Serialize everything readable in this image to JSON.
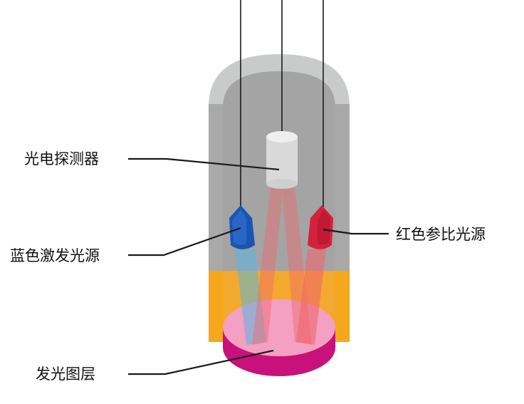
{
  "labels": {
    "photodetector": "光电探测器",
    "blue_excitation_source": "蓝色激发光源",
    "red_reference_source": "红色参比光源",
    "luminescent_layer": "发光图层"
  },
  "colors": {
    "probe_outer": "#c9caca",
    "probe_inner": "#a3a3a3",
    "probe_band": "#f5a81c",
    "disk_top": "#f3a0c2",
    "disk_side": "#c8117a",
    "detector": "#d9d9d9",
    "blue_led": "#1a55b2",
    "red_led": "#d6203c",
    "blue_beam": "#5ab7e0",
    "red_beam": "#f0686c",
    "leader": "#1a1a1a"
  },
  "icons": {
    "photodetector": "cylinder-detector-icon",
    "blue_excitation_source": "blue-led-icon",
    "red_reference_source": "red-led-icon",
    "luminescent_layer": "disk-layer-icon"
  }
}
